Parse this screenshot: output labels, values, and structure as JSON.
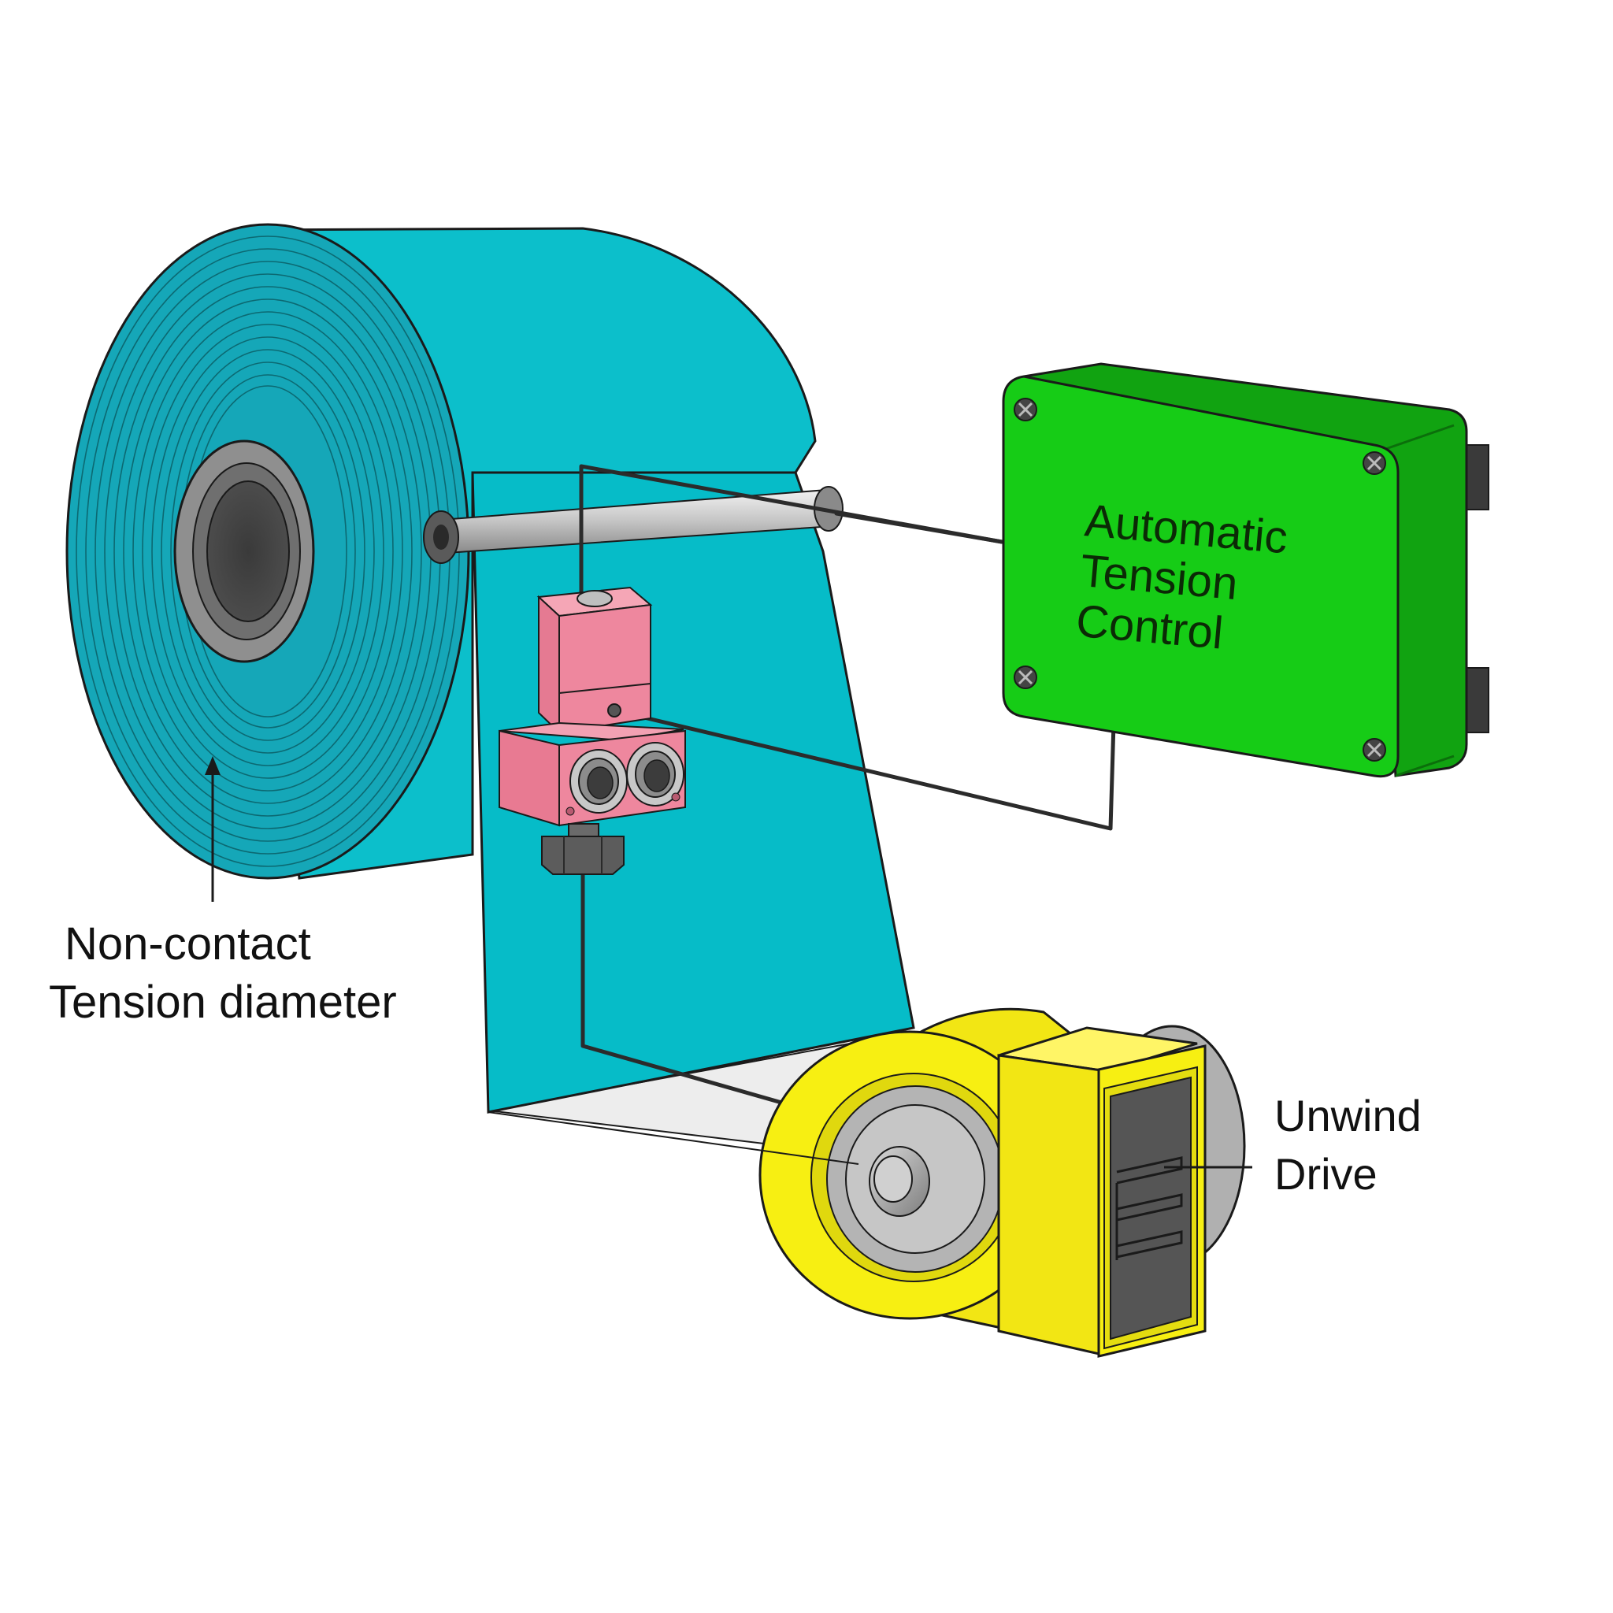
{
  "labels": {
    "controller": [
      "Automatic",
      "Tension",
      "Control"
    ],
    "sensor": [
      "Non-contact",
      "Tension diameter"
    ],
    "drive": [
      "Unwind",
      "Drive"
    ]
  },
  "colors": {
    "roll_face": "#15a7b8",
    "roll_side": "#0cbfcb",
    "web": "#06bcc8",
    "controller": "#16cc16",
    "sensor": "#ee879e",
    "drive": "#f7ef12",
    "metal": "#9a9a9a",
    "outline": "#1a1a1a"
  },
  "icons": [
    "screw-icon",
    "ultrasonic-transducer-icon",
    "cable-gland-icon",
    "drive-shaft-icon",
    "heatsink-fin-icon"
  ]
}
